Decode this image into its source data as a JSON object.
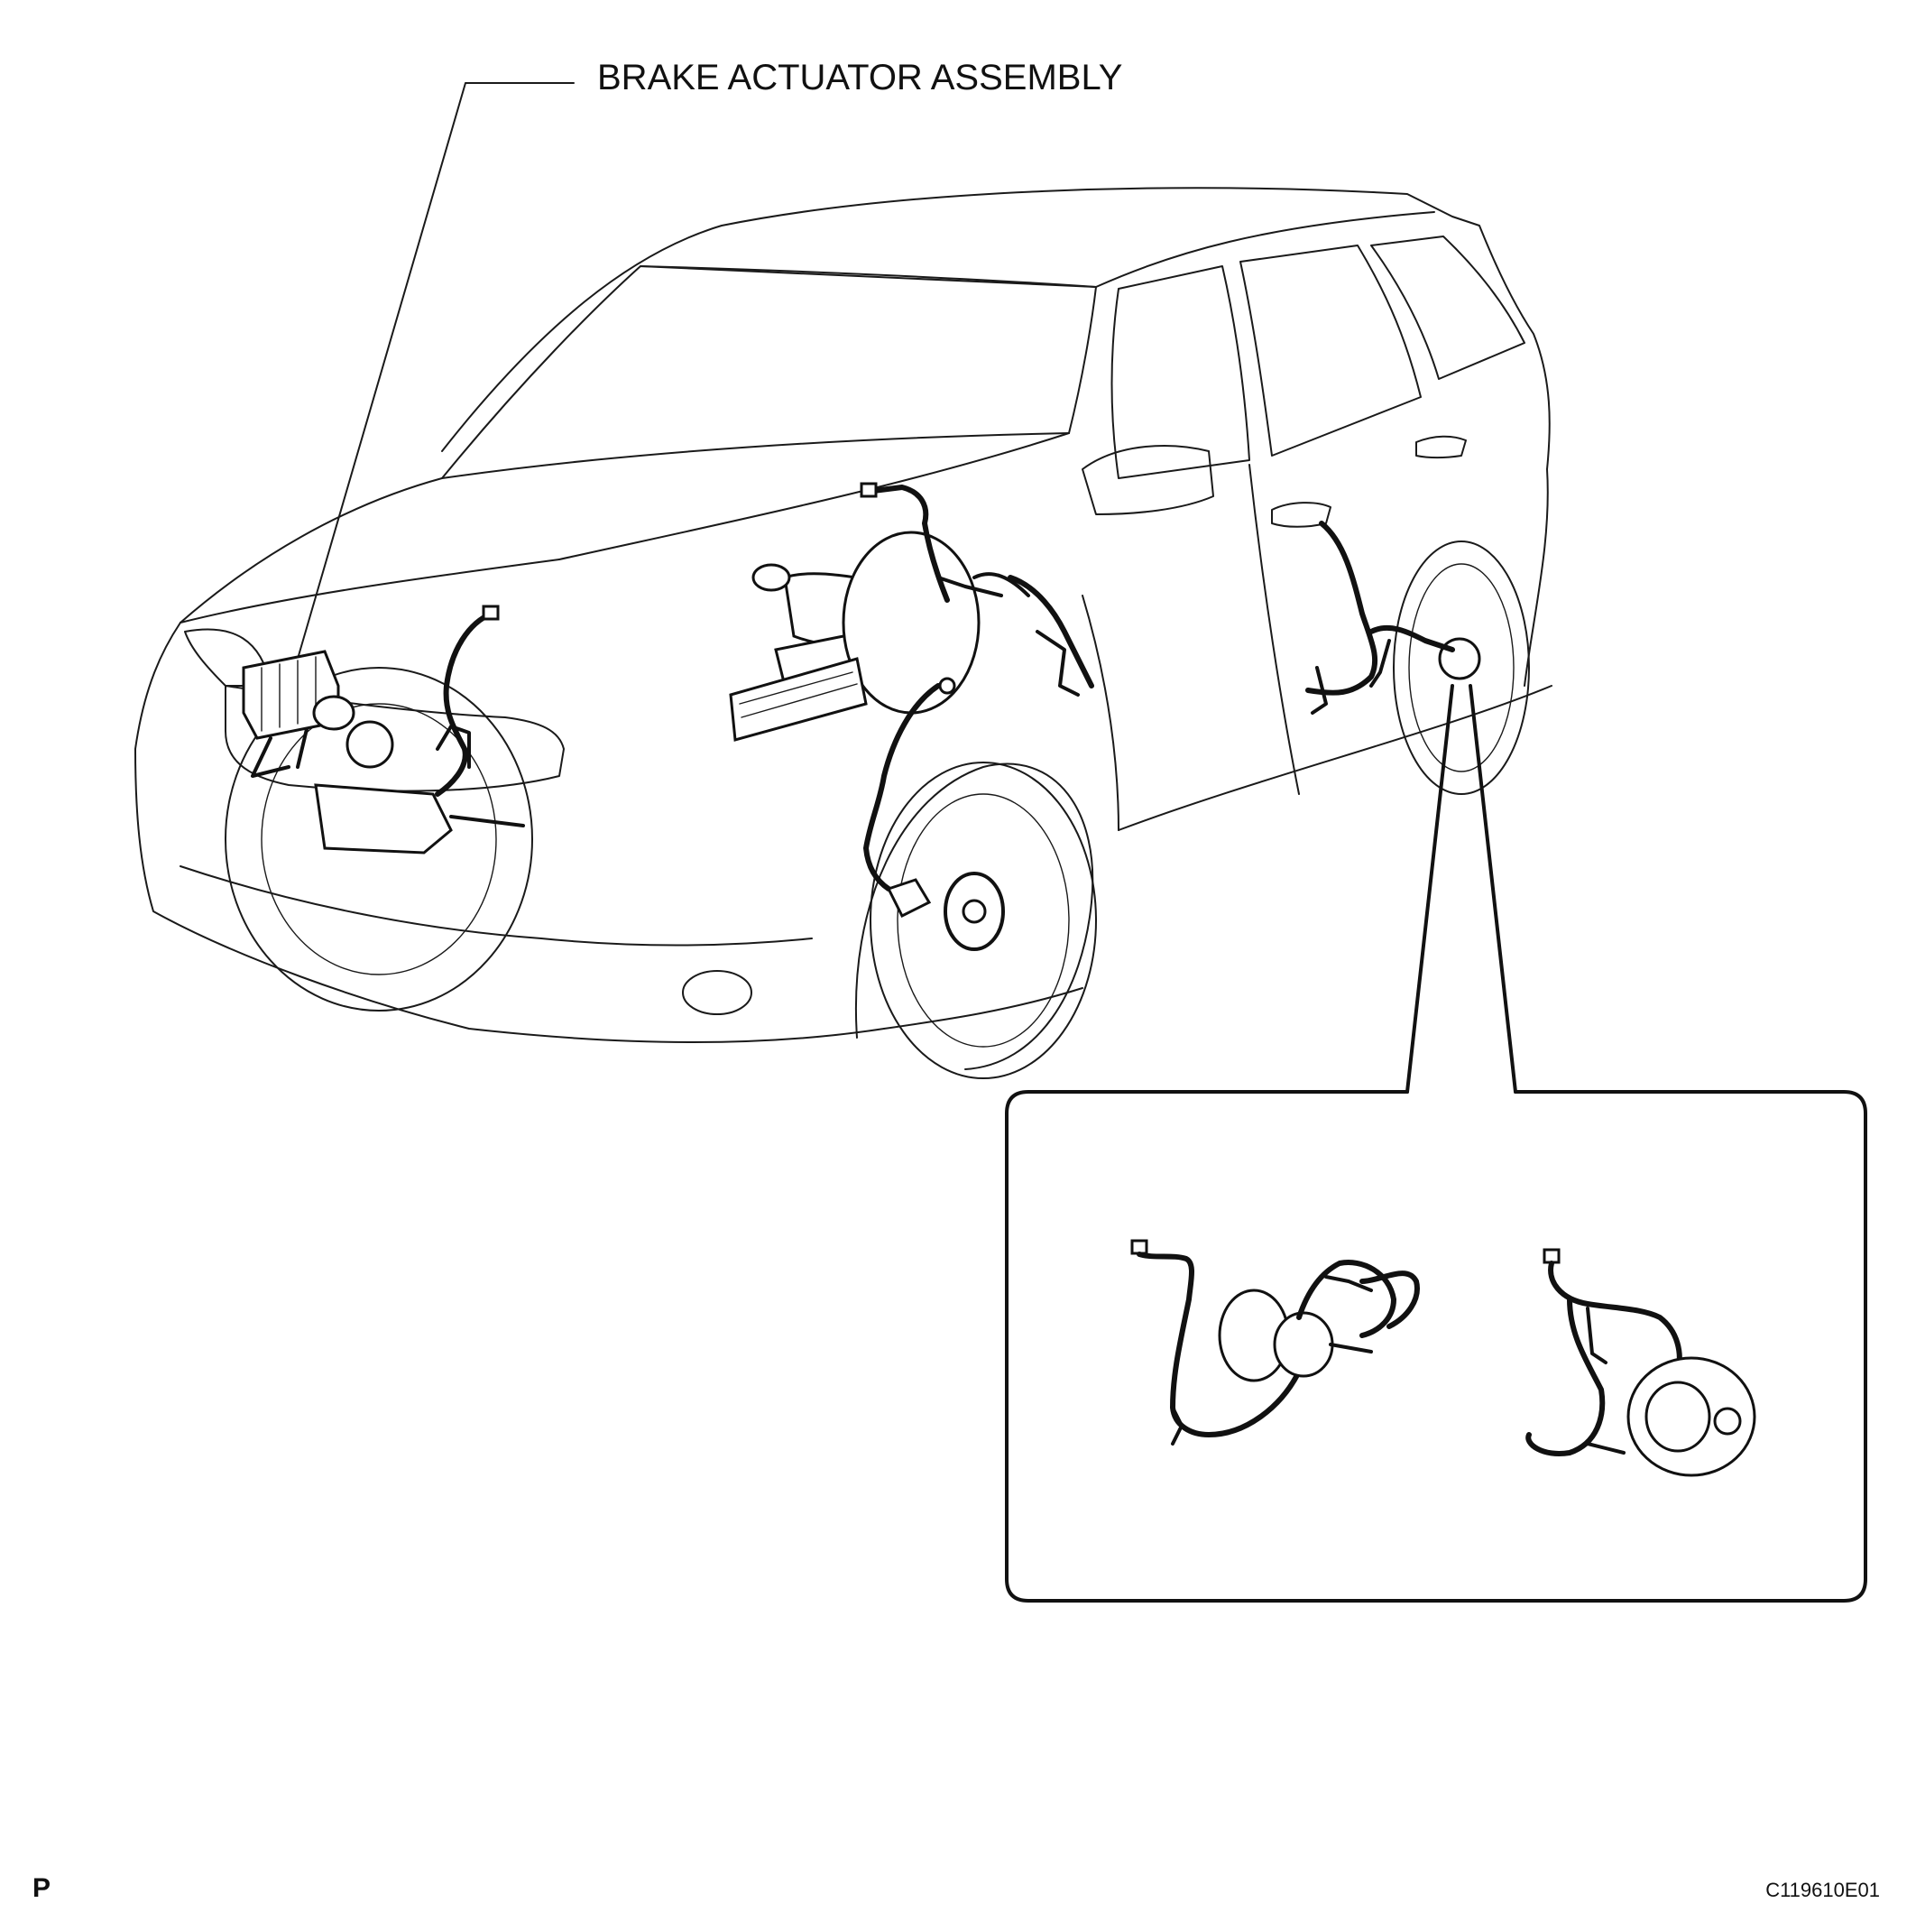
{
  "diagram": {
    "callout_label": "BRAKE ACTUATOR ASSEMBLY",
    "figure_code": "C119610E01",
    "page_marker": "P"
  },
  "colors": {
    "line": "#1a1a1a",
    "background": "#ffffff"
  }
}
